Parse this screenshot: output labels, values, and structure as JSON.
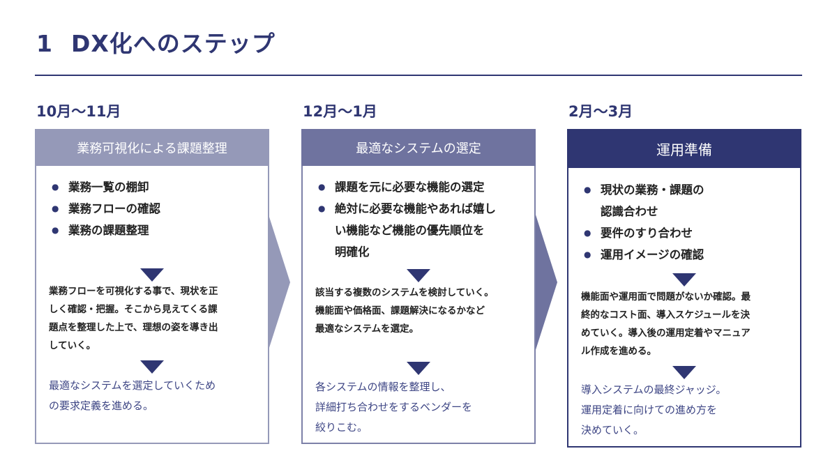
{
  "header": {
    "number": "1",
    "title": "DX化へのステップ"
  },
  "colors": {
    "title": "#2f3672",
    "step1": "#9599b8",
    "step2": "#6f739f",
    "step3": "#2f3672",
    "accent_text": "#3d4584"
  },
  "steps": [
    {
      "period": "10月〜11月",
      "heading": "業務可視化による課題整理",
      "bullets": [
        [
          "業務一覧の棚卸"
        ],
        [
          "業務フローの確認"
        ],
        [
          "業務の課題整理"
        ]
      ],
      "body": [
        "業務フローを可視化する事で、現状を正",
        "しく確認・把握。そこから見えてくる課",
        "題点を整理した上で、理想の姿を導き出",
        "していく。"
      ],
      "result": [
        "最適なシステムを選定していくため",
        "の要求定義を進める。"
      ]
    },
    {
      "period": "12月〜1月",
      "heading": "最適なシステムの選定",
      "bullets": [
        [
          "課題を元に必要な機能の選定"
        ],
        [
          "絶対に必要な機能やあれば嬉し",
          "い機能など機能の優先順位を",
          "明確化"
        ]
      ],
      "body": [
        "該当する複数のシステムを検討していく。",
        "機能面や価格面、課題解決になるかなど",
        "最適なシステムを選定。"
      ],
      "result": [
        "各システムの情報を整理し、",
        "詳細打ち合わせをするベンダーを",
        "絞りこむ。"
      ]
    },
    {
      "period": "2月〜3月",
      "heading": "運用準備",
      "bullets": [
        [
          "現状の業務・課題の",
          "認識合わせ"
        ],
        [
          "要件のすり合わせ"
        ],
        [
          "運用イメージの確認"
        ]
      ],
      "body": [
        "機能面や運用面で問題がないか確認。最",
        "終的なコスト面、導入スケジュールを決",
        "めていく。導入後の運用定着やマニュア",
        "ル作成を進める。"
      ],
      "result": [
        "導入システムの最終ジャッジ。",
        "運用定着に向けての進め方を",
        "決めていく。"
      ]
    }
  ]
}
